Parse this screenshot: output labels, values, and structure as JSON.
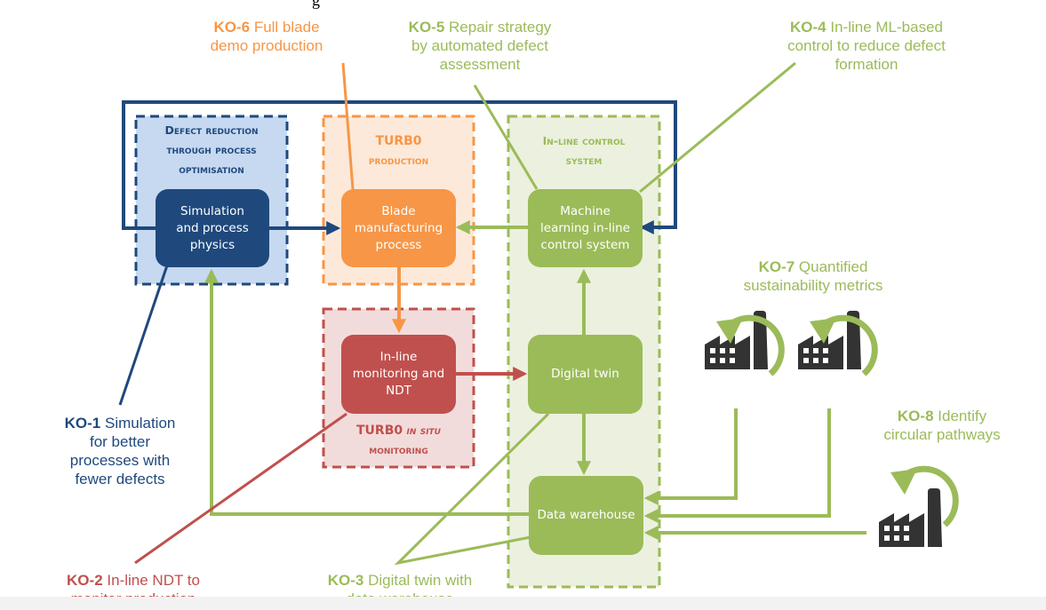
{
  "colors": {
    "blue": "#1f497d",
    "orange": "#f79646",
    "red": "#c0504d",
    "green": "#9bbb59",
    "factory": "#333333"
  },
  "top_fragment": "g",
  "groups": {
    "defect_reduction": {
      "title_l1": "Defect reduction",
      "title_l2": "through process",
      "title_l3": "optimisation"
    },
    "turbo_production": {
      "title_l1": "TURB0",
      "title_l2": "production"
    },
    "inline_control": {
      "title_l1": "In-line control",
      "title_l2": "system"
    },
    "turbo_insitu": {
      "title_l1a": "TURB0",
      "title_l1b": "in situ",
      "title_l2": "monitoring"
    }
  },
  "nodes": {
    "simulation": {
      "l1": "Simulation",
      "l2": "and process",
      "l3": "physics"
    },
    "blade": {
      "l1": "Blade",
      "l2": "manufacturing",
      "l3": "process"
    },
    "ml_control": {
      "l1": "Machine",
      "l2": "learning in-line",
      "l3": "control system"
    },
    "monitoring": {
      "l1": "In-line",
      "l2": "monitoring and",
      "l3": "NDT"
    },
    "digital_twin": {
      "l1": "Digital twin"
    },
    "data_warehouse": {
      "l1": "Data warehouse"
    }
  },
  "objectives": {
    "ko1": {
      "id": "KO-1",
      "l1": "Simulation",
      "l2": "for better",
      "l3": "processes with",
      "l4": "fewer defects"
    },
    "ko2": {
      "id": "KO-2",
      "l1": "In-line NDT to",
      "l2": "monitor production"
    },
    "ko3": {
      "id": "KO-3",
      "l1": "Digital twin with",
      "l2": "data warehouse"
    },
    "ko4": {
      "id": "KO-4",
      "l1": "In-line ML-based",
      "l2": "control to reduce defect",
      "l3": "formation"
    },
    "ko5": {
      "id": "KO-5",
      "l1": "Repair strategy",
      "l2": "by automated defect",
      "l3": "assessment"
    },
    "ko6": {
      "id": "KO-6",
      "l1": "Full blade",
      "l2": "demo production"
    },
    "ko7": {
      "id": "KO-7",
      "l1": "Quantified",
      "l2": "sustainability metrics"
    },
    "ko8": {
      "id": "KO-8",
      "l1": "Identify",
      "l2": "circular pathways"
    }
  }
}
